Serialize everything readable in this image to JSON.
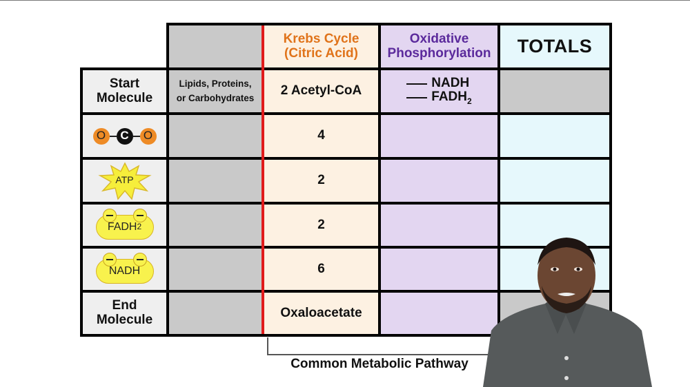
{
  "table": {
    "headers": {
      "source": "",
      "krebs_line1": "Krebs Cycle",
      "krebs_line2": "(Citric Acid)",
      "ox_line1": "Oxidative",
      "ox_line2": "Phosphorylation",
      "totals": "TOTALS"
    },
    "rows": [
      {
        "label_line1": "Start",
        "label_line2": "Molecule",
        "source_line1": "Lipids, Proteins,",
        "source_line2": "or Carbohydrates",
        "krebs": "2 Acetyl-CoA",
        "ox_item1": "NADH",
        "ox_item2": "FADH",
        "ox_item2_sub": "2",
        "totals": ""
      },
      {
        "icon": "co2-molecule-icon",
        "icon_atoms": [
          "O",
          "C",
          "O"
        ],
        "krebs": "4",
        "ox": "",
        "totals": ""
      },
      {
        "icon": "atp-burst-icon",
        "icon_label": "ATP",
        "krebs": "2",
        "ox": "",
        "totals": ""
      },
      {
        "icon": "fadh2-carrier-icon",
        "icon_label": "FADH",
        "icon_sub": "2",
        "krebs": "2",
        "ox": "",
        "totals": ""
      },
      {
        "icon": "nadh-carrier-icon",
        "icon_label": "NADH",
        "krebs": "6",
        "ox": "",
        "totals": ""
      },
      {
        "label_line1": "End",
        "label_line2": "Molecule",
        "krebs": "Oxaloacetate",
        "ox": "",
        "totals": ""
      }
    ]
  },
  "annotation": {
    "bracket_label": "Common Metabolic Pathway"
  },
  "colors": {
    "krebs_header": "#e0731a",
    "ox_header": "#5b2a9c",
    "divider_red": "#e01b1b",
    "krebs_bg": "#fdf1e2",
    "ox_bg": "#e3d6f1",
    "totals_bg": "#e6f8fc",
    "gray_bg": "#c9c9c9"
  }
}
